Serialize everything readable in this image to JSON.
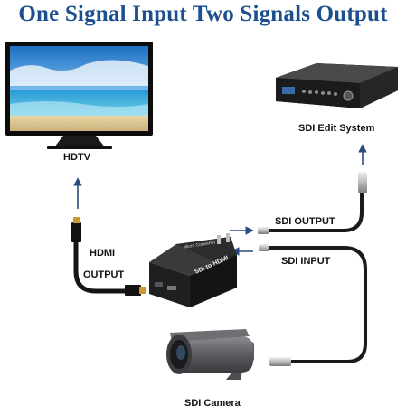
{
  "title": "One Signal Input Two Signals Output",
  "labels": {
    "hdtv": "HDTV",
    "sdi_edit_system": "SDI Edit System",
    "hdmi_output_line1": "HDMI",
    "hdmi_output_line2": "OUTPUT",
    "sdi_output": "SDI OUTPUT",
    "sdi_input": "SDI INPUT",
    "sdi_camera": "SDI Camera"
  },
  "converter": {
    "top_text": "Micro Converter",
    "front_text": "SDI to HDMI"
  },
  "colors": {
    "title": "#1c4f8f",
    "arrow": "#2b4c80",
    "cable": "#1a1a1a",
    "device": "#222222"
  }
}
